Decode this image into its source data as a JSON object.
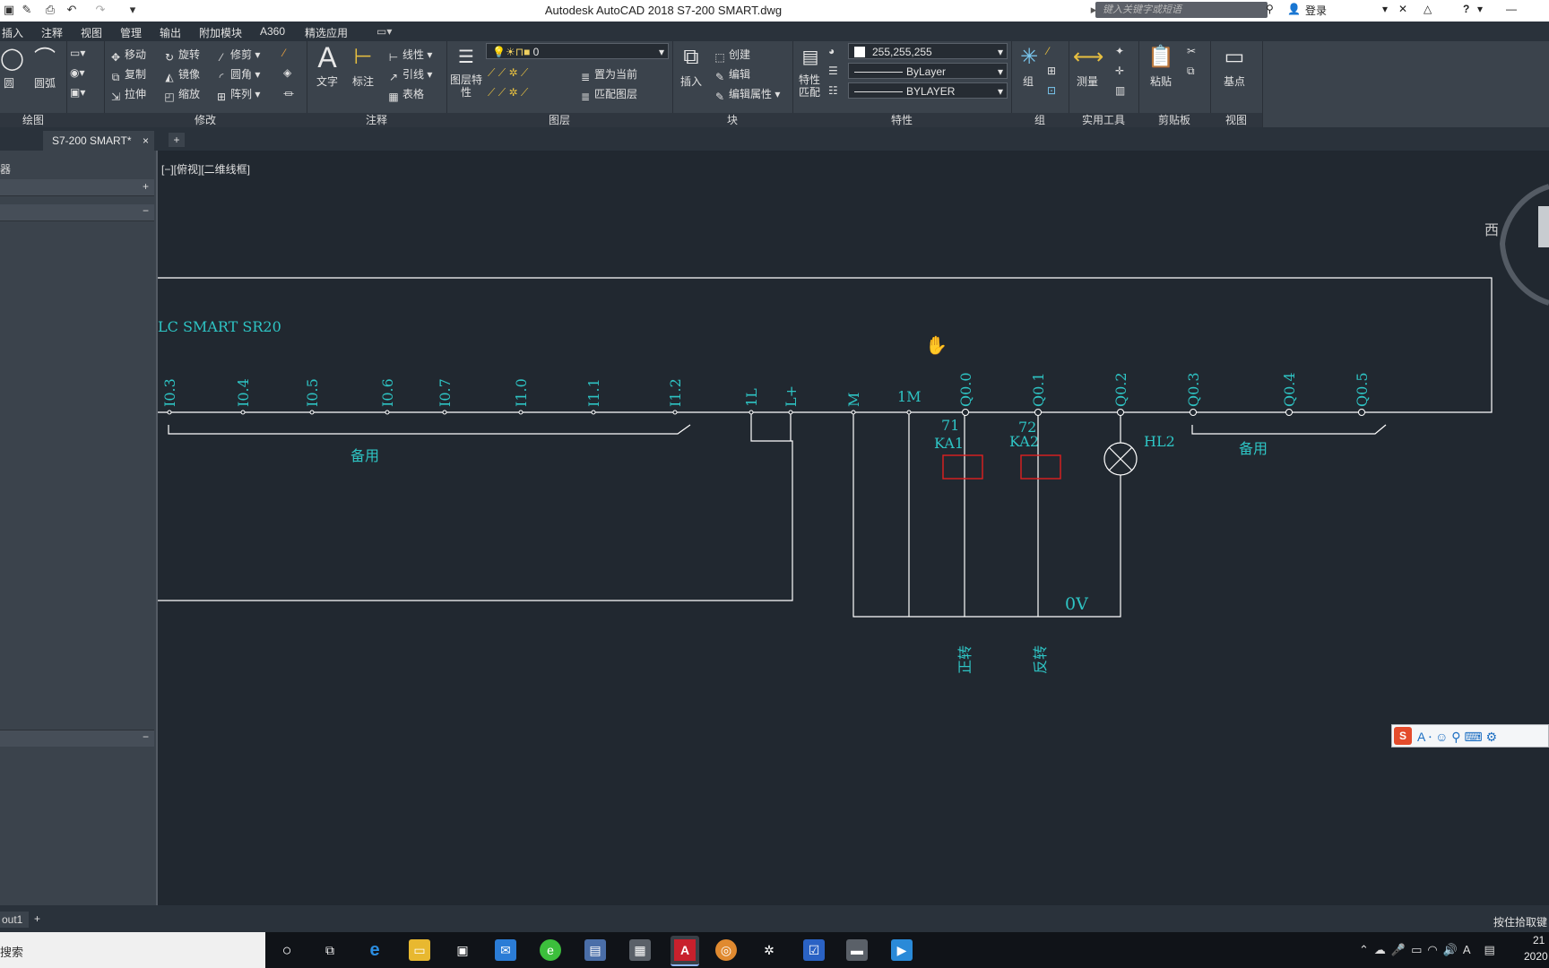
{
  "titlebar": {
    "title": "Autodesk AutoCAD 2018     S7-200 SMART.dwg",
    "search_placeholder": "键入关键字或短语",
    "login": "登录",
    "help": "?"
  },
  "menu": [
    "插入",
    "注释",
    "视图",
    "管理",
    "输出",
    "附加模块",
    "A360",
    "精选应用"
  ],
  "ribbon": {
    "draw": {
      "circle": "圆",
      "arc": "圆弧",
      "panel": "绘图"
    },
    "modify": {
      "move": "移动",
      "rotate": "旋转",
      "trim": "修剪",
      "copy": "复制",
      "mirror": "镜像",
      "fillet": "圆角",
      "stretch": "拉伸",
      "scale": "缩放",
      "array": "阵列",
      "panel": "修改"
    },
    "annotation": {
      "text": "文字",
      "dimension": "标注",
      "linear": "线性",
      "leader": "引线",
      "table": "表格",
      "panel": "注释"
    },
    "layers": {
      "props": "图层特性",
      "layer_value": "0",
      "set_current": "置为当前",
      "match_layer": "匹配图层",
      "panel": "图层"
    },
    "block": {
      "insert": "插入",
      "create": "创建",
      "edit": "编辑",
      "edit_attr": "编辑属性",
      "panel": "块"
    },
    "properties": {
      "match": "特性匹配",
      "color": "255,255,255",
      "linetype": "ByLayer",
      "lineweight": "BYLAYER",
      "panel": "特性"
    },
    "groups": {
      "group": "组",
      "panel": "组"
    },
    "utilities": {
      "measure": "测量",
      "panel": "实用工具"
    },
    "clipboard": {
      "paste": "粘贴",
      "panel": "剪贴板"
    },
    "view": {
      "base": "基点",
      "panel": "视图"
    }
  },
  "tabs": {
    "doc": "S7-200 SMART*"
  },
  "palette": {
    "title": "器"
  },
  "viewport": {
    "label": "[−][俯视][二维线框]",
    "compass": "西"
  },
  "drawing": {
    "plc_label": "LC SMART  SR20",
    "inputs": [
      "I0.3",
      "I0.4",
      "I0.5",
      "I0.6",
      "I0.7",
      "I1.0",
      "I1.1",
      "I1.2"
    ],
    "power": [
      "1L",
      "L+",
      "M"
    ],
    "common": "1M",
    "outputs": [
      "Q0.0",
      "Q0.1",
      "Q0.2",
      "Q0.3",
      "Q0.4",
      "Q0.5"
    ],
    "spare": "备用",
    "wires": [
      "71",
      "72"
    ],
    "coils": [
      "KA1",
      "KA2"
    ],
    "lamp": "HL2",
    "zero_volt": "0V",
    "fwd": "正转",
    "rev": "反转"
  },
  "statusbar": {
    "layout_tab": "out1",
    "hint": "按住拾取键"
  },
  "taskbar": {
    "search": "搜索",
    "time": "21",
    "date": "2020"
  },
  "colors": {
    "wire": "#ffffff",
    "text": "#2ec4c4",
    "coil": "#e02020",
    "canvas": "#212830"
  }
}
